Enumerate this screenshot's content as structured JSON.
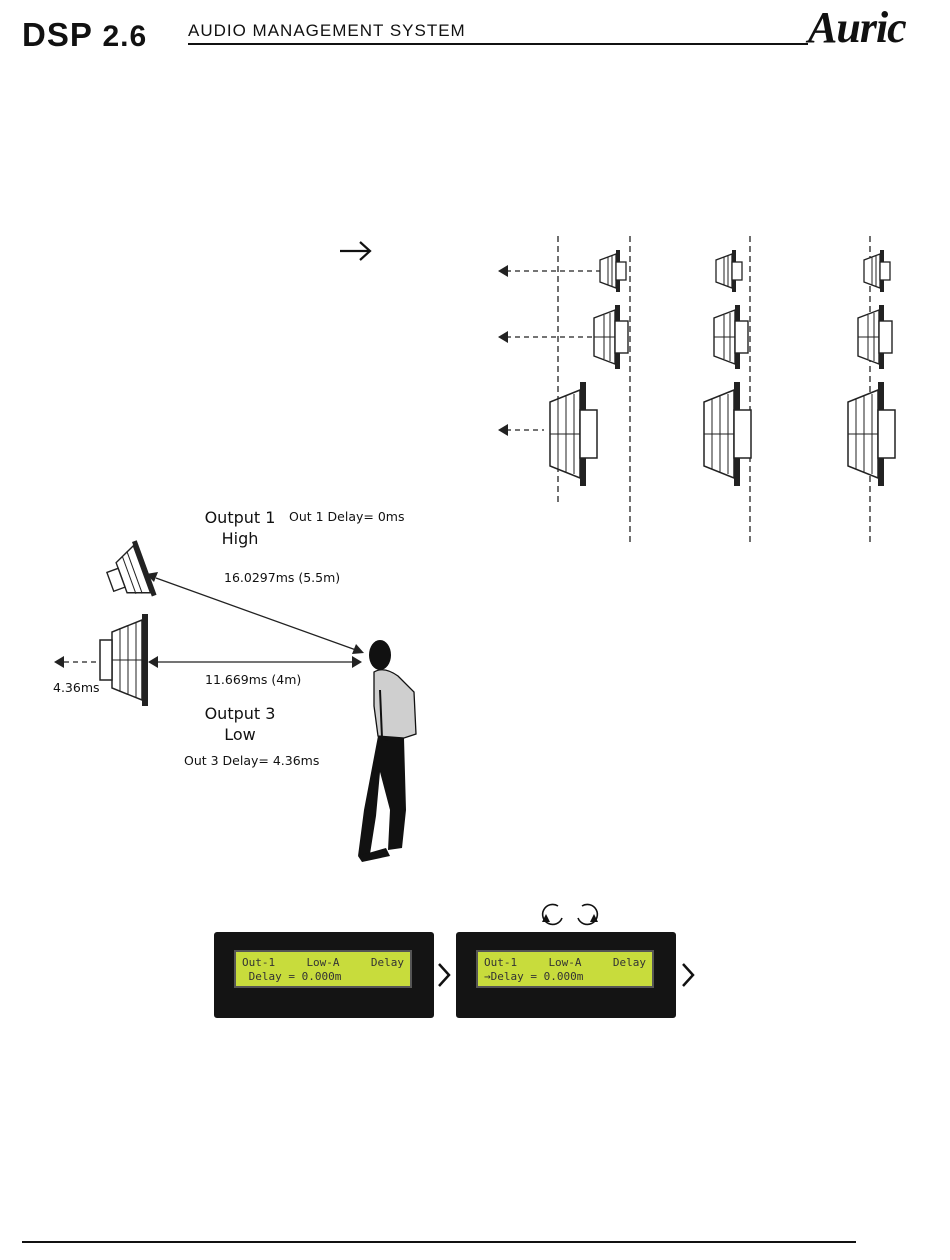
{
  "header": {
    "product": "DSP",
    "version": "2.6",
    "subtitle": "AUDIO MANAGEMENT SYSTEM",
    "brand": "Auric"
  },
  "diagram": {
    "output1_title": "Output 1",
    "output1_band": "High",
    "output1_delay": "Out 1 Delay= 0ms",
    "distance_high": "16.0297ms (5.5m)",
    "distance_low": "11.669ms (4m)",
    "low_offset": "4.36ms",
    "output3_title": "Output 3",
    "output3_band": "Low",
    "output3_delay": "Out 3 Delay= 4.36ms"
  },
  "lcd": [
    {
      "channel": "Out-1",
      "band": "Low-A",
      "mode": "Delay",
      "line2": " Delay = 0.000m"
    },
    {
      "channel": "Out-1",
      "band": "Low-A",
      "mode": "Delay",
      "line2": "→Delay = 0.000m"
    }
  ],
  "colors": {
    "lcd": "#c8dc3c",
    "ink": "#111111",
    "shirt": "#cfcfcf"
  },
  "icons": {
    "rotate_left": "rotate-ccw-icon",
    "rotate_right": "rotate-cw-icon",
    "next": "chevron-right-icon"
  }
}
